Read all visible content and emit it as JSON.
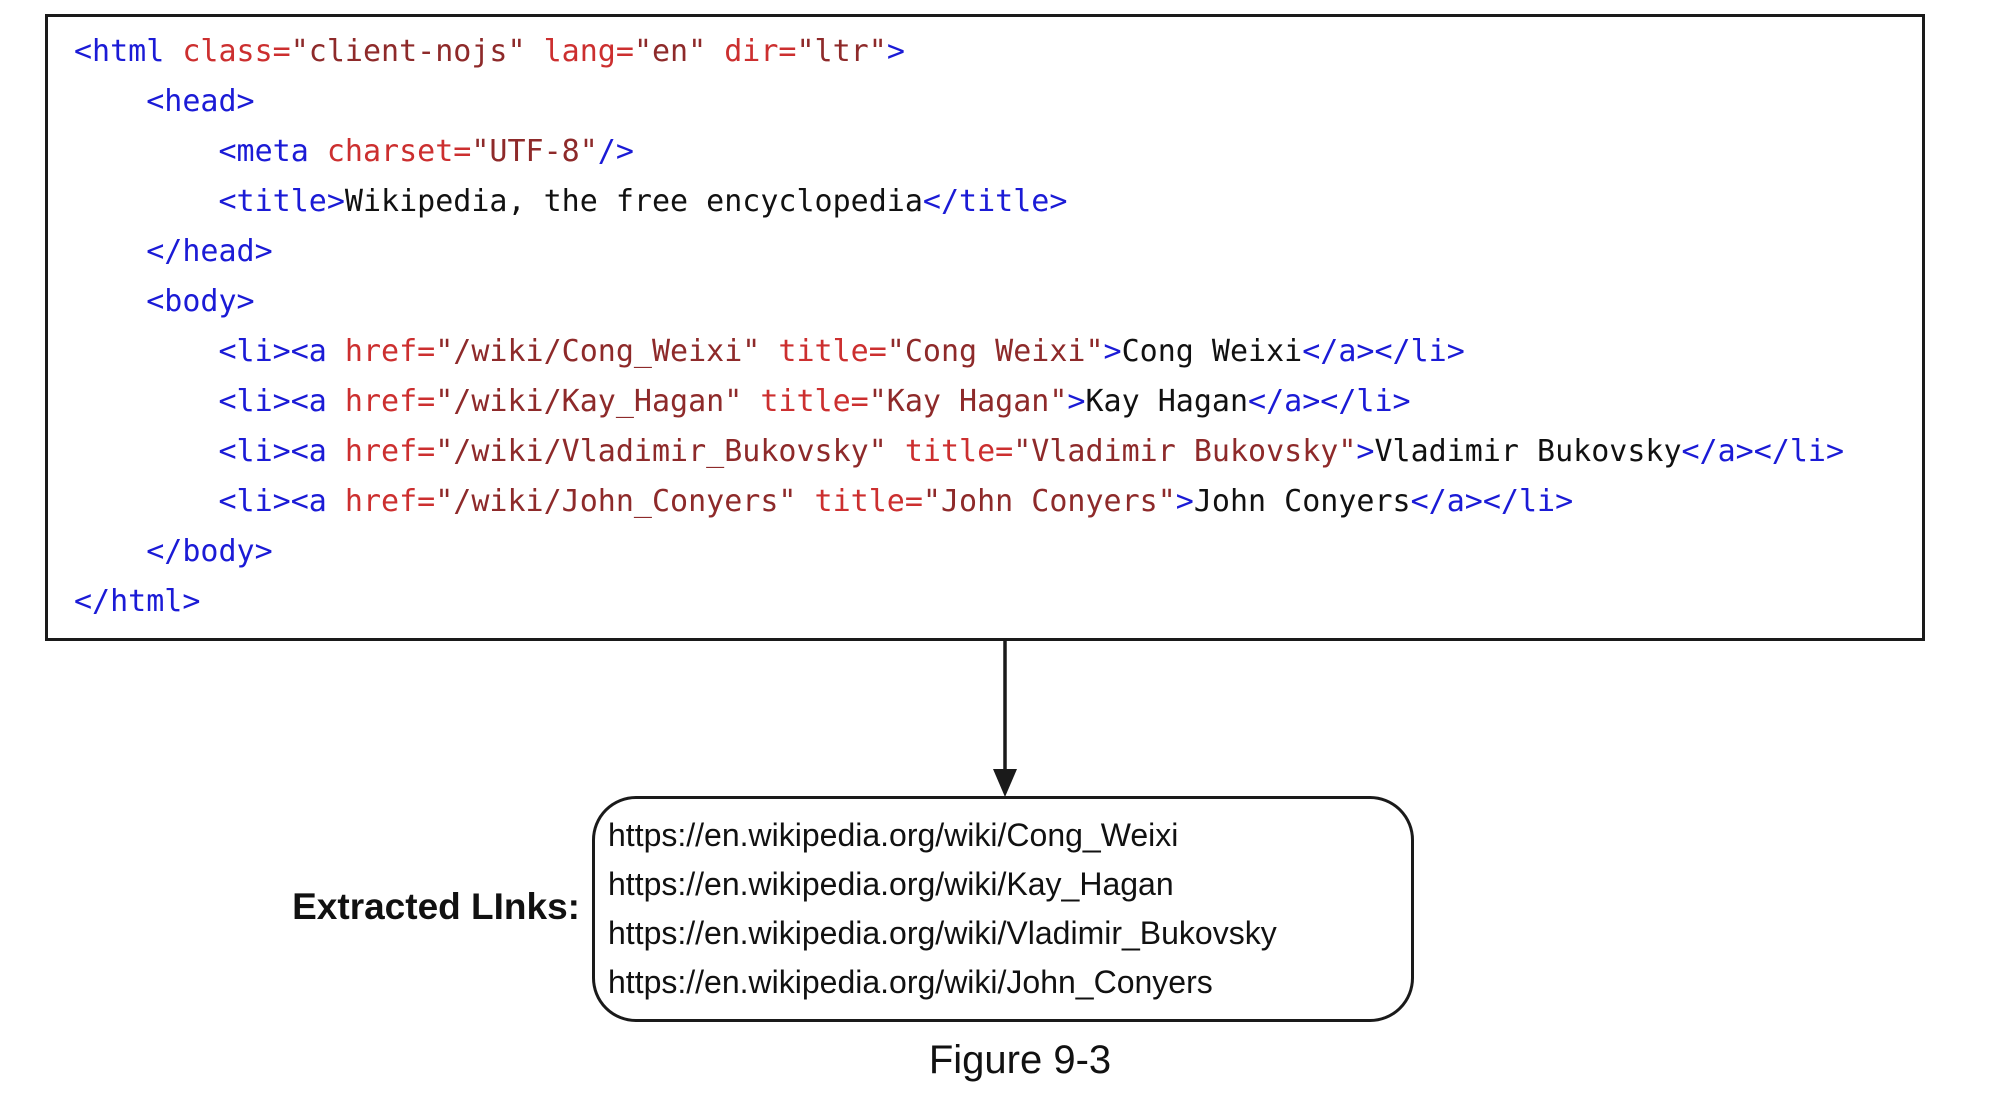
{
  "code_block": {
    "lines": [
      {
        "indent": 0,
        "tokens": [
          [
            "tag",
            "<html "
          ],
          [
            "attr",
            "class="
          ],
          [
            "val",
            "\"client-nojs\""
          ],
          [
            "attr",
            " lang="
          ],
          [
            "val",
            "\"en\""
          ],
          [
            "attr",
            " dir="
          ],
          [
            "val",
            "\"ltr\""
          ],
          [
            "tag",
            ">"
          ]
        ]
      },
      {
        "indent": 1,
        "tokens": [
          [
            "tag",
            "<head>"
          ]
        ]
      },
      {
        "indent": 2,
        "tokens": [
          [
            "tag",
            "<meta "
          ],
          [
            "attr",
            "charset="
          ],
          [
            "val",
            "\"UTF-8\""
          ],
          [
            "tag",
            "/>"
          ]
        ]
      },
      {
        "indent": 2,
        "tokens": [
          [
            "tag",
            "<title>"
          ],
          [
            "text",
            "Wikipedia, the free encyclopedia"
          ],
          [
            "tag",
            "</title>"
          ]
        ]
      },
      {
        "indent": 1,
        "tokens": [
          [
            "tag",
            "</head>"
          ]
        ]
      },
      {
        "indent": 1,
        "tokens": [
          [
            "tag",
            "<body>"
          ]
        ]
      },
      {
        "indent": 2,
        "tokens": [
          [
            "tag",
            "<li><a "
          ],
          [
            "attr",
            "href="
          ],
          [
            "val",
            "\"/wiki/Cong_Weixi\""
          ],
          [
            "attr",
            " title="
          ],
          [
            "val",
            "\"Cong Weixi\""
          ],
          [
            "tag",
            ">"
          ],
          [
            "text",
            "Cong Weixi"
          ],
          [
            "tag",
            "</a></li>"
          ]
        ]
      },
      {
        "indent": 2,
        "tokens": [
          [
            "tag",
            "<li><a "
          ],
          [
            "attr",
            "href="
          ],
          [
            "val",
            "\"/wiki/Kay_Hagan\""
          ],
          [
            "attr",
            " title="
          ],
          [
            "val",
            "\"Kay Hagan\""
          ],
          [
            "tag",
            ">"
          ],
          [
            "text",
            "Kay Hagan"
          ],
          [
            "tag",
            "</a></li>"
          ]
        ]
      },
      {
        "indent": 2,
        "tokens": [
          [
            "tag",
            "<li><a "
          ],
          [
            "attr",
            "href="
          ],
          [
            "val",
            "\"/wiki/Vladimir_Bukovsky\""
          ],
          [
            "attr",
            " title="
          ],
          [
            "val",
            "\"Vladimir Bukovsky\""
          ],
          [
            "tag",
            ">"
          ],
          [
            "text",
            "Vladimir Bukovsky"
          ],
          [
            "tag",
            "</a></li>"
          ]
        ]
      },
      {
        "indent": 2,
        "tokens": [
          [
            "tag",
            "<li><a "
          ],
          [
            "attr",
            "href="
          ],
          [
            "val",
            "\"/wiki/John_Conyers\""
          ],
          [
            "attr",
            " title="
          ],
          [
            "val",
            "\"John Conyers\""
          ],
          [
            "tag",
            ">"
          ],
          [
            "text",
            "John Conyers"
          ],
          [
            "tag",
            "</a></li>"
          ]
        ]
      },
      {
        "indent": 1,
        "tokens": [
          [
            "tag",
            "</body>"
          ]
        ]
      },
      {
        "indent": 0,
        "tokens": [
          [
            "tag",
            "</html>"
          ]
        ]
      }
    ]
  },
  "extracted": {
    "label": "Extracted LInks:",
    "urls": [
      "https://en.wikipedia.org/wiki/Cong_Weixi",
      "https://en.wikipedia.org/wiki/Kay_Hagan",
      "https://en.wikipedia.org/wiki/Vladimir_Bukovsky",
      "https://en.wikipedia.org/wiki/John_Conyers"
    ]
  },
  "caption": "Figure 9-3",
  "colors": {
    "tag": "#1b1bd6",
    "attr": "#cc2f2f",
    "val": "#8e2a2a",
    "text": "#111111"
  }
}
